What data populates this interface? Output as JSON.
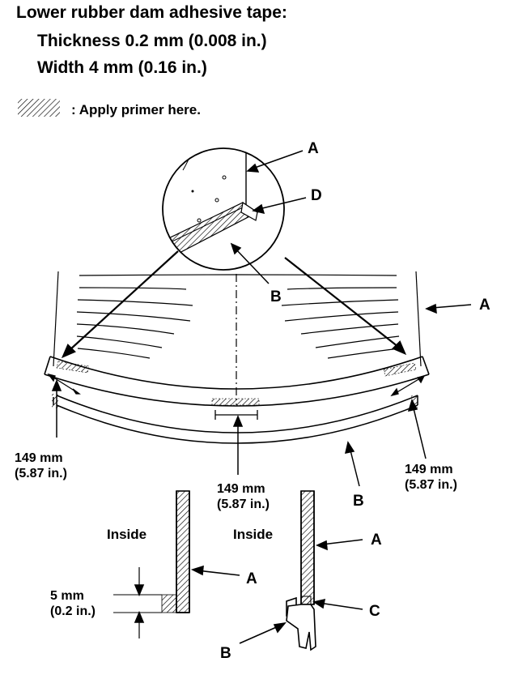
{
  "header": {
    "title": "Lower rubber dam adhesive tape:",
    "thickness": "Thickness 0.2 mm (0.008 in.)",
    "width": "Width 4 mm (0.16 in.)"
  },
  "legend": {
    "text": ": Apply primer here."
  },
  "labels": {
    "A": "A",
    "B": "B",
    "C": "C",
    "D": "D"
  },
  "dimensions": {
    "left_mm": "149 mm",
    "left_in": "(5.87 in.)",
    "center_mm": "149 mm",
    "center_in": "(5.87 in.)",
    "right_mm": "149 mm",
    "right_in": "(5.87 in.)",
    "gap_mm": "5 mm",
    "gap_in": "(0.2 in.)"
  },
  "sections": {
    "inside_left": "Inside",
    "inside_right": "Inside"
  },
  "colors": {
    "ink": "#000000",
    "paper": "#ffffff"
  }
}
